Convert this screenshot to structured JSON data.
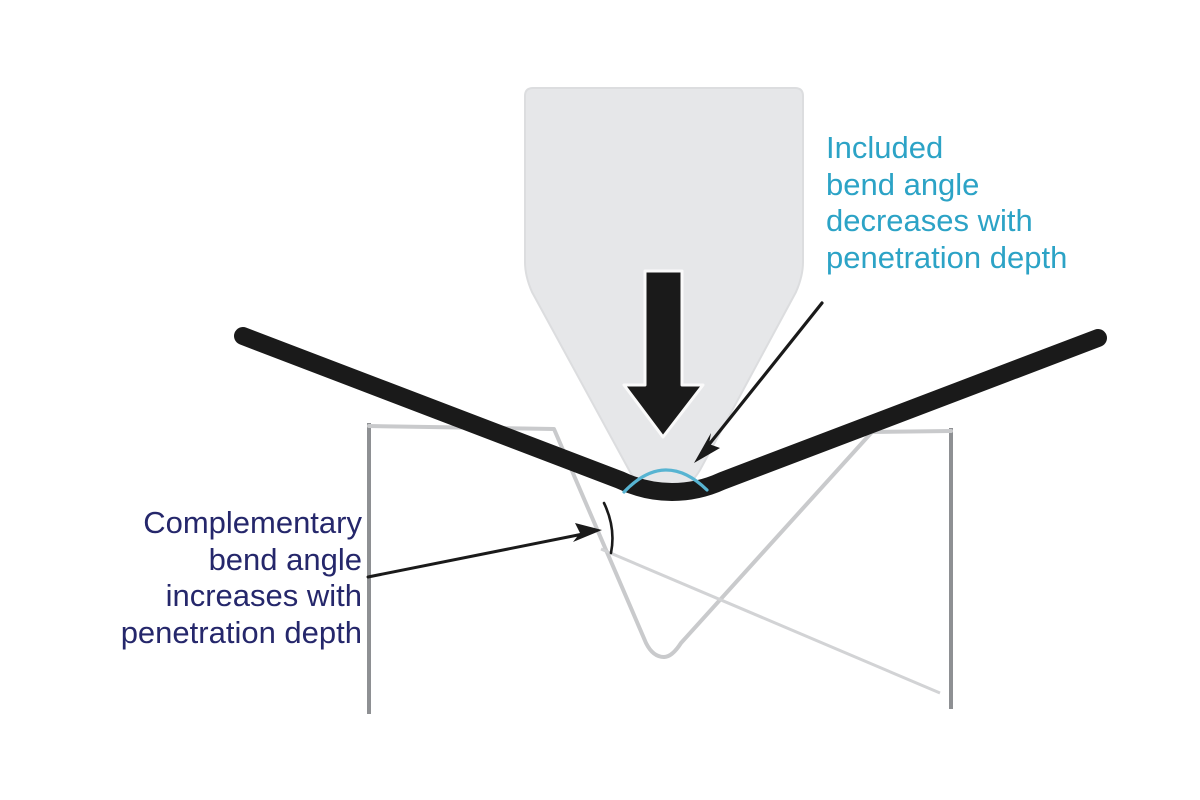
{
  "figure": {
    "type": "technical-diagram",
    "subject": "press brake air bending — punch, sheet metal workpiece and V-die",
    "background_color": "#ffffff"
  },
  "annotations": {
    "included": {
      "text": "Included\nbend angle\ndecreases with\npenetration depth",
      "lines": [
        "Included",
        "bend angle",
        "decreases with",
        "penetration depth"
      ],
      "color": "#2CA3C6",
      "align": "left",
      "points_to": "included-bend-angle-arc"
    },
    "complementary": {
      "text": "Complementary\nbend angle\nincreases with\npenetration depth",
      "lines": [
        "Complementary",
        "bend angle",
        "increases with",
        "penetration depth"
      ],
      "color": "#25276B",
      "align": "right",
      "points_to": "complementary-bend-angle-arc"
    }
  },
  "parts": {
    "punch": {
      "name": "punch",
      "fill": "#E6E7E9",
      "stroke": "#DCDDDF"
    },
    "workpiece": {
      "name": "sheet-metal-workpiece",
      "fill": "#1A1A1A"
    },
    "die": {
      "name": "v-die",
      "stroke_outer": "#8E9093",
      "stroke_groove": "#C9CACC"
    },
    "force_arrow": {
      "name": "downward-force-arrow",
      "fill": "#1A1A1A",
      "direction": "down"
    },
    "included_arc": {
      "name": "included-bend-angle-arc",
      "color": "#57B4D2"
    },
    "complementary_arc": {
      "name": "complementary-bend-angle-arc",
      "color": "#1A1A1A"
    },
    "reference_line": {
      "name": "bend-reference-line",
      "color": "#D2D3D5"
    },
    "leader_included": {
      "name": "leader-line-included",
      "color": "#1A1A1A"
    },
    "leader_complementary": {
      "name": "leader-line-complementary",
      "color": "#1A1A1A"
    }
  }
}
